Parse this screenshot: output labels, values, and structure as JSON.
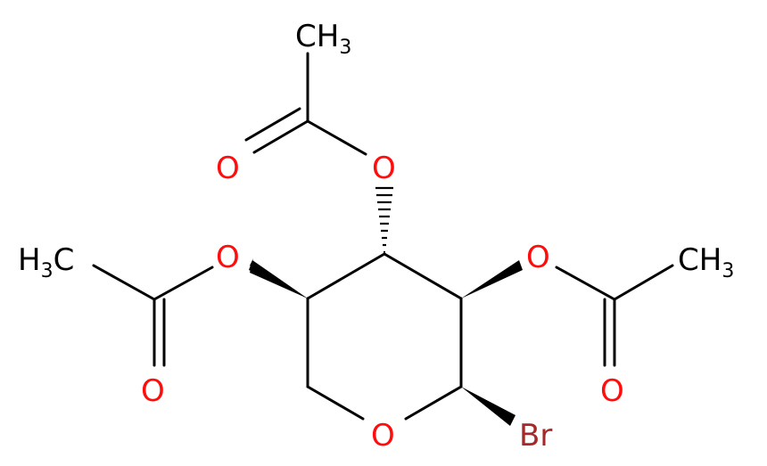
{
  "molecule": {
    "colors": {
      "bond": "#000000",
      "oxygen": "#ff0d0d",
      "bromine": "#a62929",
      "carbon": "#000000"
    },
    "atoms": {
      "methyl_top": {
        "main": "CH",
        "sub": "3"
      },
      "methyl_left": {
        "main_h": "H",
        "sub": "3",
        "main_c": "C"
      },
      "methyl_right": {
        "main": "CH",
        "sub": "3"
      },
      "o_carbonyl_top": "O",
      "o_ester_top": "O",
      "o_ester_left": "O",
      "o_ester_right": "O",
      "o_carbonyl_left": "O",
      "o_carbonyl_right": "O",
      "o_ring": "O",
      "bromine": "Br"
    }
  }
}
